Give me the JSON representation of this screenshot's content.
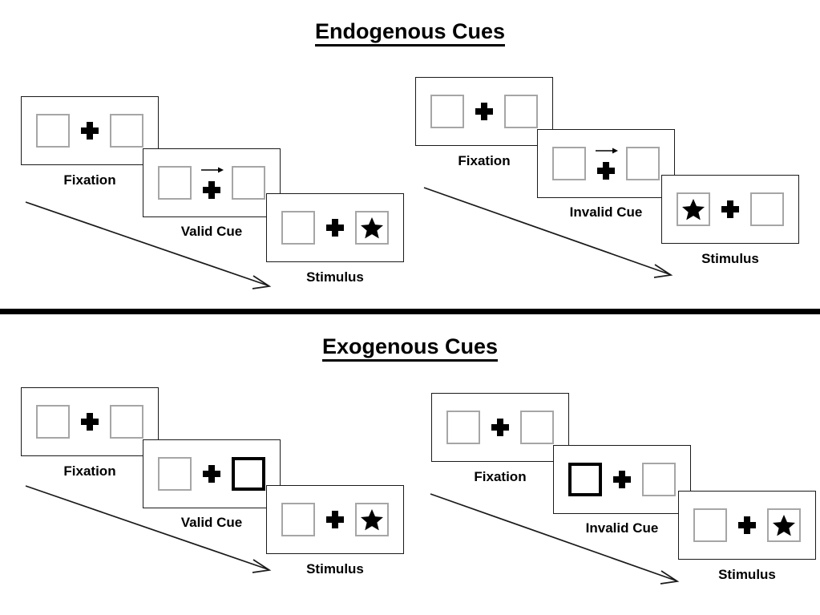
{
  "sections": [
    {
      "id": "endogenous",
      "title": "Endogenous Cues",
      "sequences": [
        {
          "id": "endogenous-valid",
          "condition": "valid",
          "panels": [
            {
              "caption": "Fixation",
              "type": "fixation",
              "left_box": "empty",
              "right_box": "empty",
              "center": "plus"
            },
            {
              "caption": "Valid Cue",
              "type": "cue",
              "left_box": "empty",
              "right_box": "empty",
              "center": "plus-with-arrow",
              "arrow_direction": "right"
            },
            {
              "caption": "Stimulus",
              "type": "stimulus",
              "left_box": "empty",
              "right_box": "star",
              "center": "plus"
            }
          ]
        },
        {
          "id": "endogenous-invalid",
          "condition": "invalid",
          "panels": [
            {
              "caption": "Fixation",
              "type": "fixation",
              "left_box": "empty",
              "right_box": "empty",
              "center": "plus"
            },
            {
              "caption": "Invalid Cue",
              "type": "cue",
              "left_box": "empty",
              "right_box": "empty",
              "center": "plus-with-arrow",
              "arrow_direction": "right"
            },
            {
              "caption": "Stimulus",
              "type": "stimulus",
              "left_box": "star",
              "right_box": "empty",
              "center": "plus"
            }
          ]
        }
      ]
    },
    {
      "id": "exogenous",
      "title": "Exogenous Cues",
      "sequences": [
        {
          "id": "exogenous-valid",
          "condition": "valid",
          "panels": [
            {
              "caption": "Fixation",
              "type": "fixation",
              "left_box": "empty",
              "right_box": "empty",
              "center": "plus"
            },
            {
              "caption": "Valid Cue",
              "type": "cue",
              "left_box": "empty",
              "right_box": "cued",
              "center": "plus"
            },
            {
              "caption": "Stimulus",
              "type": "stimulus",
              "left_box": "empty",
              "right_box": "star",
              "center": "plus"
            }
          ]
        },
        {
          "id": "exogenous-invalid",
          "condition": "invalid",
          "panels": [
            {
              "caption": "Fixation",
              "type": "fixation",
              "left_box": "empty",
              "right_box": "empty",
              "center": "plus"
            },
            {
              "caption": "Invalid Cue",
              "type": "cue",
              "left_box": "cued",
              "right_box": "empty",
              "center": "plus"
            },
            {
              "caption": "Stimulus",
              "type": "stimulus",
              "left_box": "empty",
              "right_box": "star",
              "center": "plus"
            }
          ]
        }
      ]
    }
  ],
  "icons": {
    "star": "star-icon",
    "arrow_right": "arrow-right-icon",
    "fixation_cross": "plus-icon",
    "time_arrow": "time-arrow-icon"
  },
  "colors": {
    "stroke": "#1a1a1a",
    "box_border": "#a6a6a6",
    "cued_box_border": "#000000",
    "star_fill": "#000000",
    "divider": "#000000",
    "background": "#ffffff"
  }
}
